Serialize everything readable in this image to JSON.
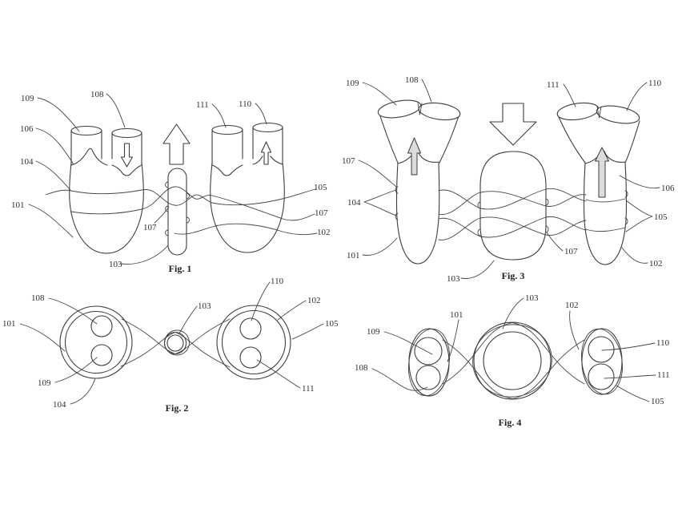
{
  "sheet": {
    "background": "#ffffff",
    "ink": "#3d3d3d",
    "type": "patent-drawing-sheet"
  },
  "figures": {
    "fig1": {
      "caption": "Fig. 1",
      "labels": {
        "r101": "101",
        "r102": "102",
        "r103": "103",
        "r104": "104",
        "r105": "105",
        "r106": "106",
        "r107_center": "107",
        "r107_right": "107",
        "r108": "108",
        "r109": "109",
        "r110": "110",
        "r111": "111"
      }
    },
    "fig2": {
      "caption": "Fig. 2",
      "labels": {
        "r101": "101",
        "r102": "102",
        "r103": "103",
        "r104": "104",
        "r105": "105",
        "r108": "108",
        "r109": "109",
        "r110": "110",
        "r111": "111"
      }
    },
    "fig3": {
      "caption": "Fig. 3",
      "labels": {
        "r101": "101",
        "r102": "102",
        "r103": "103",
        "r104": "104",
        "r105": "105",
        "r106": "106",
        "r107_left": "107",
        "r107_bottom": "107",
        "r108": "108",
        "r109": "109",
        "r110": "110",
        "r111": "111"
      }
    },
    "fig4": {
      "caption": "Fig. 4",
      "labels": {
        "r101": "101",
        "r102": "102",
        "r103": "103",
        "r105": "105",
        "r108": "108",
        "r109": "109",
        "r110": "110",
        "r111": "111"
      }
    }
  }
}
